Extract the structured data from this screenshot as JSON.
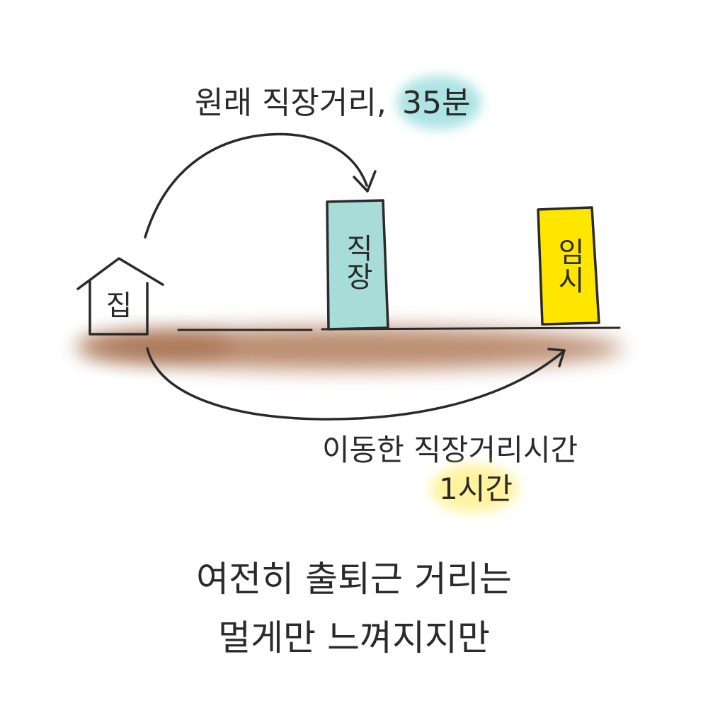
{
  "top_caption": {
    "text": "원래 직장거리,",
    "highlight": "35분"
  },
  "nodes": {
    "home": "집",
    "workplace": "직장",
    "temporary": "임시"
  },
  "bottom_caption": {
    "line1": "이동한 직장거리시간",
    "highlight": "1시간"
  },
  "footer": {
    "line1": "여전히 출퇴근 거리는",
    "line2": "멀게만 느껴지지만"
  },
  "colors": {
    "ink": "#2a2a2a",
    "ground": "#b07a5a",
    "workplace_fill": "#a8dcd9",
    "temporary_fill": "#ffe600",
    "highlight_cyan": "#aee3e5",
    "highlight_yellow": "#fff3a0"
  },
  "icons": [
    "house-icon",
    "arrow-icon"
  ]
}
